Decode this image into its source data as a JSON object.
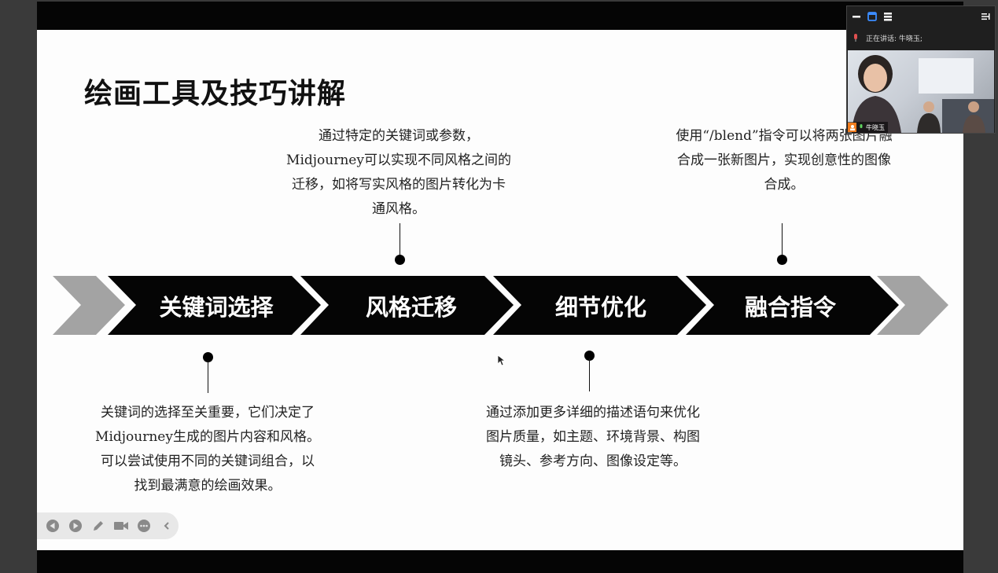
{
  "slide": {
    "title": "绘画工具及技巧讲解",
    "steps": [
      {
        "label": "关键词选择"
      },
      {
        "label": "风格迁移"
      },
      {
        "label": "细节优化"
      },
      {
        "label": "融合指令"
      }
    ],
    "descriptions": {
      "keyword": [
        "关键词的选择至关重要，它们决定了",
        "Midjourney生成的图片内容和风格。",
        "可以尝试使用不同的关键词组合，以",
        "找到最满意的绘画效果。"
      ],
      "style": [
        "通过特定的关键词或参数，",
        "Midjourney可以实现不同风格之间的",
        "迁移，如将写实风格的图片转化为卡",
        "通风格。"
      ],
      "detail": [
        "通过添加更多详细的描述语句来优化",
        "图片质量，如主题、环境背景、构图",
        "镜头、参考方向、图像设定等。"
      ],
      "blend": [
        "使用“/blend”指令可以将两张图片融",
        "合成一张新图片，实现创意性的图像",
        "合成。"
      ]
    },
    "colors": {
      "arrow_dark": "#050505",
      "arrow_gray": "#a3a3a3"
    }
  },
  "toolbar": {
    "icons": [
      "prev-icon",
      "next-icon",
      "pen-icon",
      "camera-icon",
      "more-icon",
      "collapse-icon"
    ]
  },
  "video_panel": {
    "speaking_label": "正在讲话: 牛晓玉;",
    "participant_name": "牛晓玉"
  }
}
